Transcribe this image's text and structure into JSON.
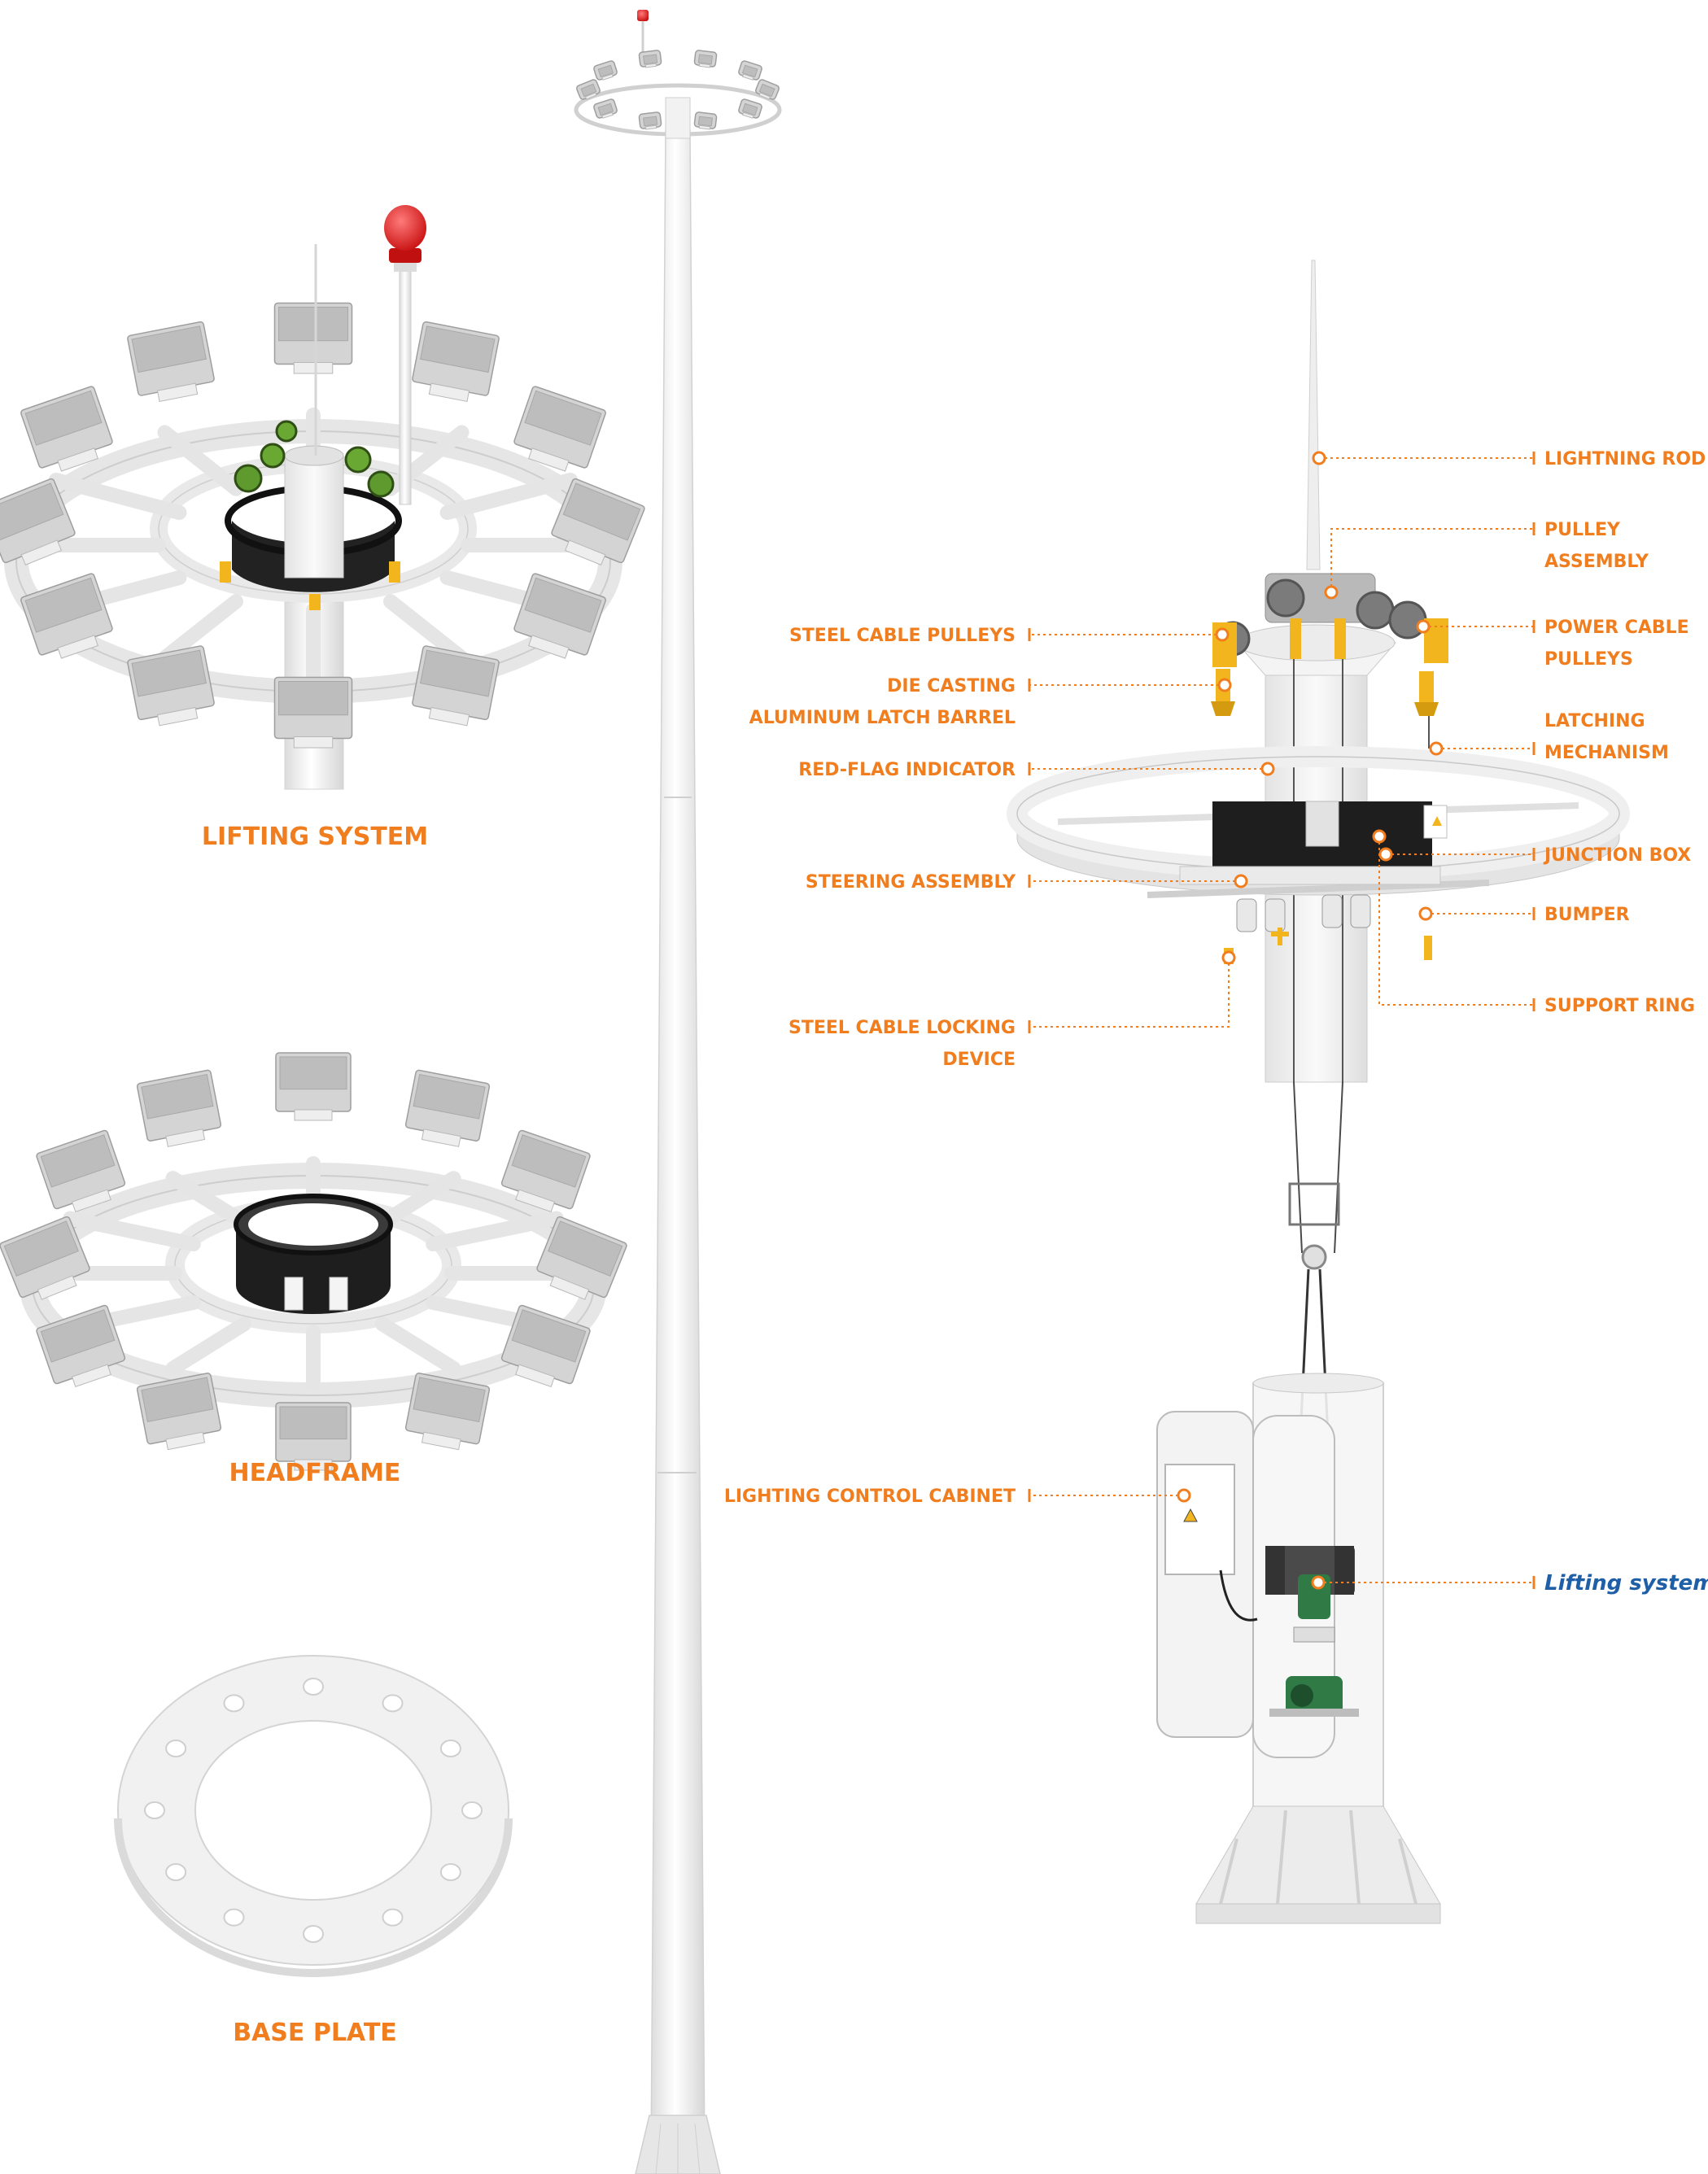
{
  "sections": {
    "lifting_system": "LIFTING SYSTEM",
    "headframe": "HEADFRAME",
    "base_plate": "BASE PLATE"
  },
  "callouts": {
    "lightning_rod": "LIGHTNING ROD",
    "pulley_assembly_1": "PULLEY",
    "pulley_assembly_2": "ASSEMBLY",
    "power_cable_pulleys_1": "POWER CABLE",
    "power_cable_pulleys_2": "PULLEYS",
    "latching_mechanism_1": "LATCHING",
    "latching_mechanism_2": "MECHANISM",
    "junction_box": "JUNCTION BOX",
    "bumper": "BUMPER",
    "support_ring": "SUPPORT RING",
    "steel_cable_pulleys": "STEEL CABLE PULLEYS",
    "die_casting_1": "DIE CASTING",
    "die_casting_2": "ALUMINUM LATCH BARREL",
    "red_flag_indicator": "RED-FLAG INDICATOR",
    "steering_assembly": "STEERING ASSEMBLY",
    "steel_cable_locking_1": "STEEL CABLE LOCKING",
    "steel_cable_locking_2": "DEVICE",
    "lighting_control_cabinet": "LIGHTING CONTROL CABINET",
    "lifting_system_motor": "Lifting system"
  },
  "colors": {
    "accent": "#f07d1e",
    "blue_label": "#1f5fa8",
    "structure": "#eeeeee",
    "outline": "#c8c8c8",
    "ring_black": "#1e1e1e",
    "beacon_red": "#e21b1b",
    "pulley_yellow": "#f2b51d"
  }
}
